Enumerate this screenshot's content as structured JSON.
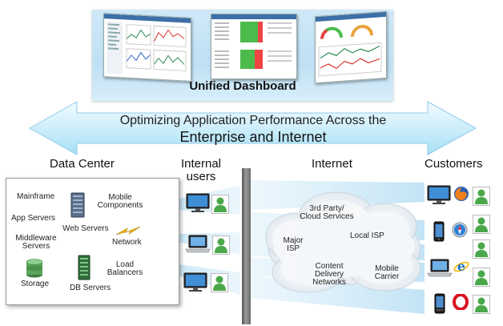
{
  "dashboard": {
    "title": "Unified Dashboard"
  },
  "banner": {
    "line1": "Optimizing Application Performance Across the",
    "line2": "Enterprise and Internet"
  },
  "headings": {
    "data_center": "Data Center",
    "internal_users_1": "Internal",
    "internal_users_2": "users",
    "internet": "Internet",
    "customers": "Customers"
  },
  "datacenter": {
    "mainframe": "Mainframe",
    "app_servers": "App Servers",
    "web_servers": "Web Servers",
    "middleware_1": "Middleware",
    "middleware_2": "Servers",
    "storage": "Storage",
    "db_servers": "DB Servers",
    "mobile_1": "Mobile",
    "mobile_2": "Components",
    "network": "Network",
    "load_1": "Load",
    "load_2": "Balancers"
  },
  "internet": {
    "cloud_1": "3rd Party/",
    "cloud_2": "Cloud Services",
    "major_1": "Major",
    "major_2": "ISP",
    "local": "Local ISP",
    "cdn_1": "Content",
    "cdn_2": "Delivery",
    "cdn_3": "Networks",
    "mobile_1": "Mobile",
    "mobile_2": "Carrier"
  },
  "colors": {
    "accent_blue": "#2f8fd0",
    "user_green": "#4aa84a",
    "arrow_light": "#d9f0fb"
  },
  "icons": [
    "monitor-icon",
    "laptop-icon",
    "user-icon",
    "server-icon",
    "database-icon",
    "lightning-icon",
    "phone-icon",
    "firefox-icon",
    "safari-icon",
    "ie-icon",
    "opera-icon"
  ]
}
